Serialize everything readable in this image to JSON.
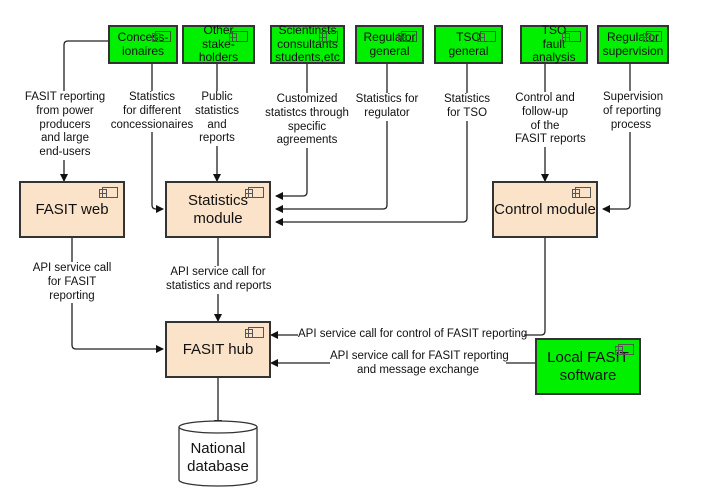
{
  "actors": [
    {
      "id": "concessionaires",
      "label": "Concess-\nionaires"
    },
    {
      "id": "other-stakeholders",
      "label": "Other\nstake-\nholders"
    },
    {
      "id": "scientists",
      "label": "Scientinsts\nconsultants\nstudents,etc"
    },
    {
      "id": "regulator-general",
      "label": "Regulator\ngeneral"
    },
    {
      "id": "tso-general",
      "label": "TSO\ngeneral"
    },
    {
      "id": "tso-fault-analysis",
      "label": "TSO\nfault\nanalysis"
    },
    {
      "id": "regulator-supervision",
      "label": "Regulator\nsupervision"
    }
  ],
  "modules": {
    "fasit_web": "FASIT web",
    "statistics_module": "Statistics\nmodule",
    "control_module": "Control module",
    "fasit_hub": "FASIT hub",
    "local_fasit_software": "Local FASIT\nsoftware",
    "national_database": "National\ndatabase"
  },
  "edge_labels": {
    "concessionaires_to_web": "FASIT reporting\nfrom power\nproducers\nand large\nend-users",
    "concessionaires_to_stats": "Statistics\nfor different\nconcessionaires",
    "stakeholders_to_stats": "Public\nstatistics\nand\nreports",
    "scientists_to_stats": "Customized\nstatistcs through\nspecific\nagreements",
    "regulator_to_stats": "Statistics for\nregulator",
    "tso_to_stats": "Statistics\nfor TSO",
    "tso_fault_to_control": "Control and\nfollow-up\nof the\nFASIT reports",
    "regulator_sup_to_control": "Supervision\nof reporting\nprocess",
    "web_to_hub": "API service call\nfor FASIT\nreporting",
    "stats_to_hub": "API service call for\nstatistics and reports",
    "control_to_hub": "API service call for control of FASIT reporting",
    "local_to_hub": "API service call for FASIT reporting\nand message exchange"
  },
  "colors": {
    "actor_fill": "#00f000",
    "module_fill": "#fbe3c9",
    "line": "#222222"
  }
}
